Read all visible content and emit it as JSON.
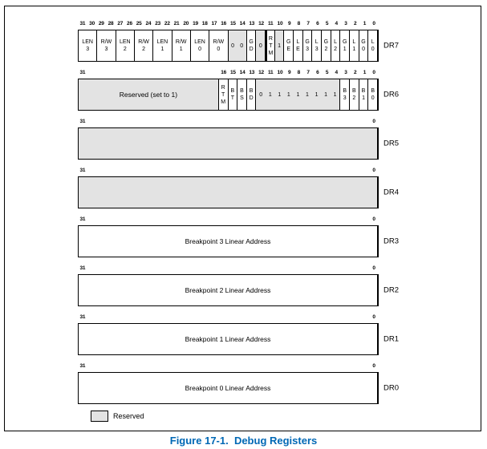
{
  "caption": "Figure 17-1.  Debug Registers",
  "legend": {
    "label": "Reserved"
  },
  "colors": {
    "reserved_fill": "#e3e3e3",
    "caption_blue": "#0068b5",
    "border": "#000000"
  },
  "registers": [
    {
      "name": "DR7",
      "bit_labels": [
        31,
        30,
        29,
        28,
        27,
        26,
        25,
        24,
        23,
        22,
        21,
        20,
        19,
        18,
        17,
        16,
        15,
        14,
        13,
        12,
        11,
        10,
        9,
        8,
        7,
        6,
        5,
        4,
        3,
        2,
        1,
        0
      ],
      "cells": [
        {
          "name": "len3",
          "lines": [
            "LEN",
            "3"
          ],
          "bits": 2,
          "shaded": false
        },
        {
          "name": "rw3",
          "lines": [
            "R/W",
            "3"
          ],
          "bits": 2,
          "shaded": false
        },
        {
          "name": "len2",
          "lines": [
            "LEN",
            "2"
          ],
          "bits": 2,
          "shaded": false
        },
        {
          "name": "rw2",
          "lines": [
            "R/W",
            "2"
          ],
          "bits": 2,
          "shaded": false
        },
        {
          "name": "len1",
          "lines": [
            "LEN",
            "1"
          ],
          "bits": 2,
          "shaded": false
        },
        {
          "name": "rw1",
          "lines": [
            "R/W",
            "1"
          ],
          "bits": 2,
          "shaded": false
        },
        {
          "name": "len0",
          "lines": [
            "LEN",
            "0"
          ],
          "bits": 2,
          "shaded": false
        },
        {
          "name": "rw0",
          "lines": [
            "R/W",
            "0"
          ],
          "bits": 2,
          "shaded": false
        },
        {
          "name": "reserved-bits-15-14",
          "digits": [
            "0",
            "0"
          ],
          "bits": 2,
          "shaded": true
        },
        {
          "name": "gd",
          "lines": [
            "G",
            "D"
          ],
          "bits": 1,
          "shaded": false
        },
        {
          "name": "reserved-bit-12",
          "digits": [
            "0"
          ],
          "bits": 1,
          "shaded": true
        },
        {
          "name": "rtm",
          "lines": [
            "R",
            "T",
            "M"
          ],
          "bits": 1,
          "shaded": false,
          "thick_left": true
        },
        {
          "name": "reserved-bit-10",
          "digits": [
            "1"
          ],
          "bits": 1,
          "shaded": true
        },
        {
          "name": "ge",
          "lines": [
            "G",
            "E"
          ],
          "bits": 1,
          "shaded": false
        },
        {
          "name": "le",
          "lines": [
            "L",
            "E"
          ],
          "bits": 1,
          "shaded": false
        },
        {
          "name": "g3",
          "lines": [
            "G",
            "3"
          ],
          "bits": 1,
          "shaded": false
        },
        {
          "name": "l3",
          "lines": [
            "L",
            "3"
          ],
          "bits": 1,
          "shaded": false
        },
        {
          "name": "g2",
          "lines": [
            "G",
            "2"
          ],
          "bits": 1,
          "shaded": false
        },
        {
          "name": "l2",
          "lines": [
            "L",
            "2"
          ],
          "bits": 1,
          "shaded": false
        },
        {
          "name": "g1",
          "lines": [
            "G",
            "1"
          ],
          "bits": 1,
          "shaded": false
        },
        {
          "name": "l1",
          "lines": [
            "L",
            "1"
          ],
          "bits": 1,
          "shaded": false
        },
        {
          "name": "g0",
          "lines": [
            "G",
            "0"
          ],
          "bits": 1,
          "shaded": false
        },
        {
          "name": "l0",
          "lines": [
            "L",
            "0"
          ],
          "bits": 1,
          "shaded": false
        }
      ]
    },
    {
      "name": "DR6",
      "bit_labels": [
        31,
        16,
        15,
        14,
        13,
        12,
        11,
        10,
        9,
        8,
        7,
        6,
        5,
        4,
        3,
        2,
        1,
        0
      ],
      "cells": [
        {
          "name": "reserved-set-to-1",
          "lines": [
            "Reserved (set to 1)"
          ],
          "bits": 15,
          "shaded": true
        },
        {
          "name": "rtm",
          "lines": [
            "R",
            "T",
            "M"
          ],
          "bits": 1,
          "shaded": false
        },
        {
          "name": "bt",
          "lines": [
            "B",
            "T"
          ],
          "bits": 1,
          "shaded": false
        },
        {
          "name": "bs",
          "lines": [
            "B",
            "S"
          ],
          "bits": 1,
          "shaded": false
        },
        {
          "name": "bd",
          "lines": [
            "B",
            "D"
          ],
          "bits": 1,
          "shaded": false
        },
        {
          "name": "reserved-bits-12-4",
          "digits": [
            "0",
            "1",
            "1",
            "1",
            "1",
            "1",
            "1",
            "1",
            "1"
          ],
          "bits": 9,
          "shaded": true
        },
        {
          "name": "b3",
          "lines": [
            "B",
            "3"
          ],
          "bits": 1,
          "shaded": false
        },
        {
          "name": "b2",
          "lines": [
            "B",
            "2"
          ],
          "bits": 1,
          "shaded": false
        },
        {
          "name": "b1",
          "lines": [
            "B",
            "1"
          ],
          "bits": 1,
          "shaded": false
        },
        {
          "name": "b0",
          "lines": [
            "B",
            "0"
          ],
          "bits": 1,
          "shaded": false
        }
      ]
    },
    {
      "name": "DR5",
      "bit_labels": [
        31,
        0
      ],
      "cells": [
        {
          "name": "reserved-full",
          "lines": [],
          "bits": 32,
          "shaded": true
        }
      ]
    },
    {
      "name": "DR4",
      "bit_labels": [
        31,
        0
      ],
      "cells": [
        {
          "name": "reserved-full",
          "lines": [],
          "bits": 32,
          "shaded": true
        }
      ]
    },
    {
      "name": "DR3",
      "bit_labels": [
        31,
        0
      ],
      "cells": [
        {
          "name": "breakpoint-3-linear-address",
          "lines": [
            "Breakpoint 3 Linear Address"
          ],
          "bits": 32,
          "shaded": false
        }
      ]
    },
    {
      "name": "DR2",
      "bit_labels": [
        31,
        0
      ],
      "cells": [
        {
          "name": "breakpoint-2-linear-address",
          "lines": [
            "Breakpoint 2 Linear Address"
          ],
          "bits": 32,
          "shaded": false
        }
      ]
    },
    {
      "name": "DR1",
      "bit_labels": [
        31,
        0
      ],
      "cells": [
        {
          "name": "breakpoint-1-linear-address",
          "lines": [
            "Breakpoint 1 Linear Address"
          ],
          "bits": 32,
          "shaded": false
        }
      ]
    },
    {
      "name": "DR0",
      "bit_labels": [
        31,
        0
      ],
      "cells": [
        {
          "name": "breakpoint-0-linear-address",
          "lines": [
            "Breakpoint 0 Linear Address"
          ],
          "bits": 32,
          "shaded": false
        }
      ]
    }
  ]
}
